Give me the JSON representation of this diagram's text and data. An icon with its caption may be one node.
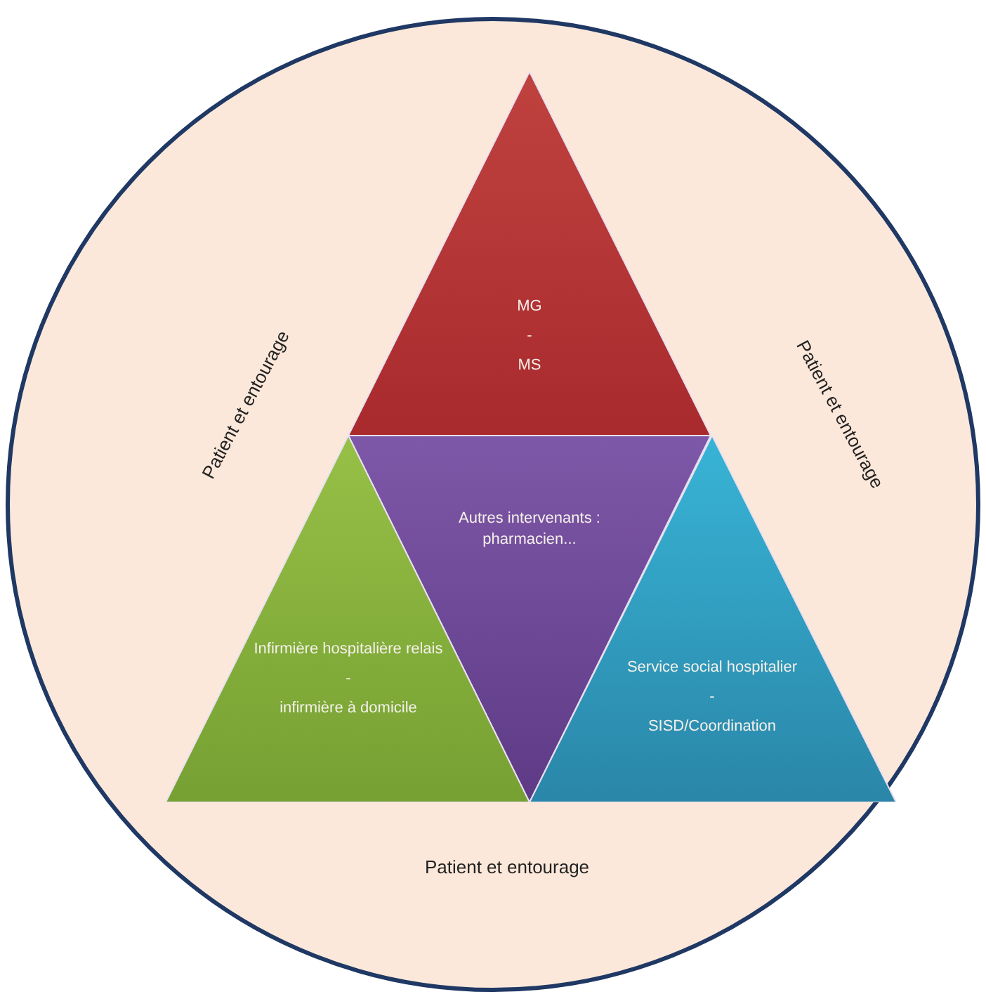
{
  "diagram": {
    "nodes": [
      {
        "text": [
          "Patient et entourage",
          "Patient et entourage",
          "Patient et entourage"
        ]
      },
      {
        "text": [
          "MG",
          "-",
          "MS"
        ],
        "in": 0
      },
      {
        "text": [
          "Autres intervenants : pharmacien..."
        ],
        "in": 0
      },
      {
        "text": [
          "Infirmière hospitalière relais",
          "-",
          "infirmière à domicile"
        ],
        "in": 0
      },
      {
        "text": [
          "Service social hospitalier",
          "-",
          "SISD/Coordination"
        ],
        "in": 0
      }
    ]
  }
}
